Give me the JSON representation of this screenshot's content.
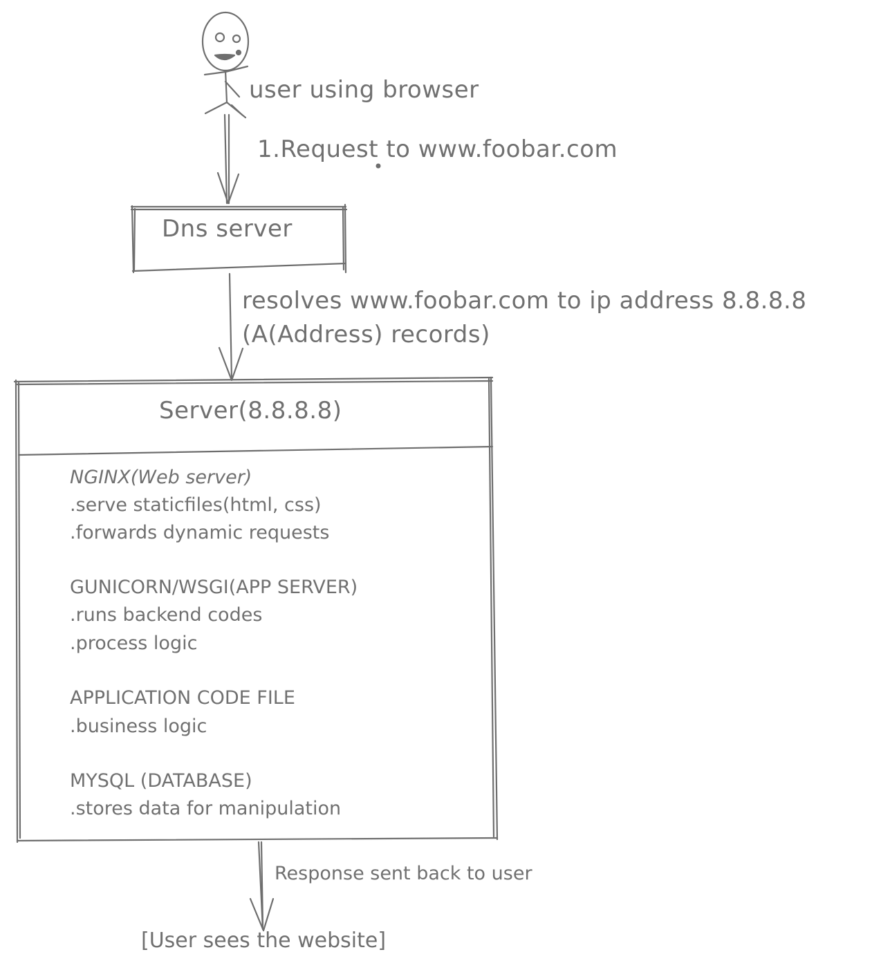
{
  "actor": {
    "label": "user using browser"
  },
  "edges": {
    "request": "1.Request to www.foobar.com",
    "resolve_line1": "resolves www.foobar.com to ip address 8.8.8.8",
    "resolve_line2": "(A(Address) records)",
    "response": "Response sent back to user"
  },
  "dns_box": {
    "title": "Dns server"
  },
  "server_box": {
    "title": "Server(8.8.8.8)",
    "sections": [
      {
        "heading": "NGINX(Web server)",
        "lines": [
          ".serve staticfiles(html, css)",
          ".forwards dynamic requests"
        ]
      },
      {
        "heading": "GUNICORN/WSGI(APP SERVER)",
        "lines": [
          ".runs backend codes",
          ".process logic"
        ]
      },
      {
        "heading": "APPLICATION CODE FILE",
        "lines": [
          ".business logic"
        ]
      },
      {
        "heading": "MYSQL (DATABASE)",
        "lines": [
          ".stores data for manipulation"
        ]
      }
    ]
  },
  "result": {
    "label": "[User sees the website]"
  },
  "colors": {
    "stroke": "#6e6e6e",
    "text": "#707070",
    "background": "#ffffff"
  }
}
